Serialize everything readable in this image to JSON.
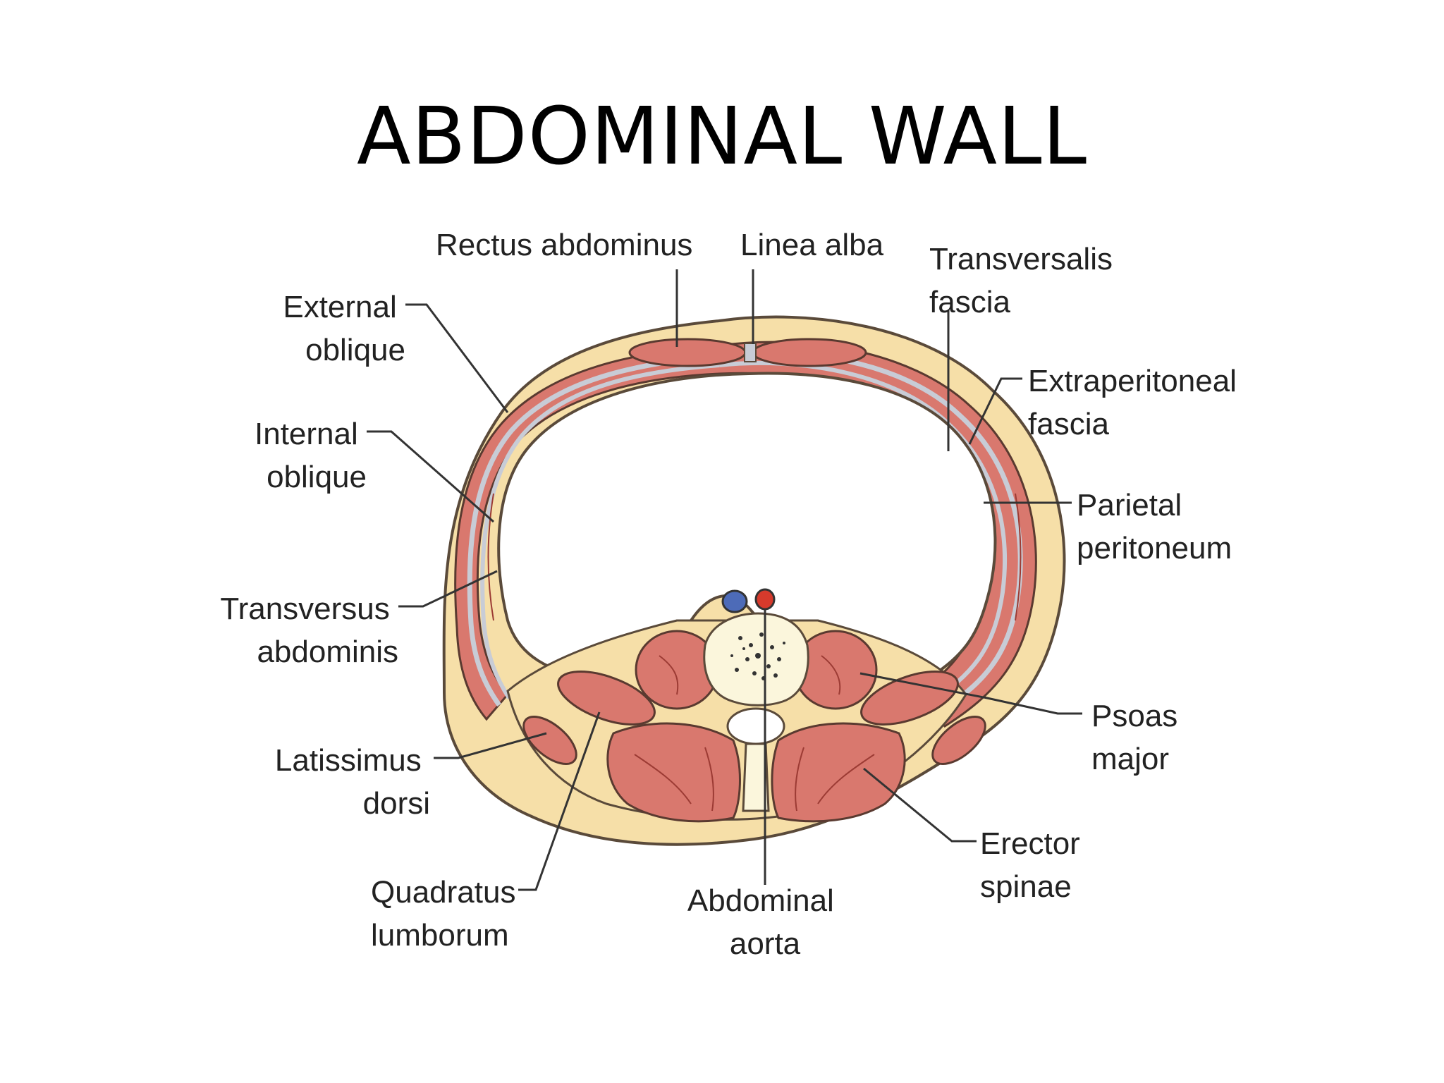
{
  "title": "ABDOMINAL WALL",
  "colors": {
    "muscle": "#d9786e",
    "muscle_line": "#9c3b34",
    "fat": "#f6dfa8",
    "fascia": "#c8ccd6",
    "bone": "#fbf6dc",
    "vein": "#4d6bb8",
    "artery": "#d63a2c",
    "leader": "#333333"
  },
  "labels": {
    "rectus_abdominus": [
      "Rectus abdominus"
    ],
    "linea_alba": [
      "Linea alba"
    ],
    "transversalis_fascia": [
      "Transversalis",
      "fascia"
    ],
    "external_oblique": [
      "External",
      "oblique"
    ],
    "extraperitoneal_fascia": [
      "Extraperitoneal",
      "fascia"
    ],
    "internal_oblique": [
      "Internal",
      "oblique"
    ],
    "parietal_peritoneum": [
      "Parietal",
      "peritoneum"
    ],
    "transversus_abdominis": [
      "Transversus",
      "abdominis"
    ],
    "psoas_major": [
      "Psoas",
      "major"
    ],
    "latissimus_dorsi": [
      "Latissimus",
      "dorsi"
    ],
    "erector_spinae": [
      "Erector",
      "spinae"
    ],
    "quadratus_lumborum": [
      "Quadratus",
      "lumborum"
    ],
    "abdominal_aorta": [
      "Abdominal",
      "aorta"
    ]
  }
}
